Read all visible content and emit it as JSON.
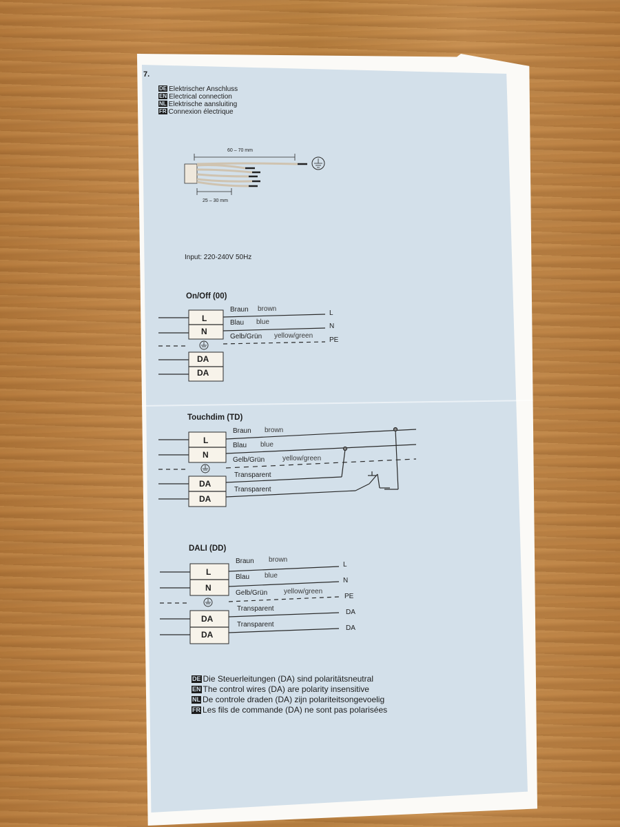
{
  "page_number": "7.",
  "title_lines": [
    {
      "code": "DE",
      "text": "Elektrischer Anschluss"
    },
    {
      "code": "EN",
      "text": "Electrical connection"
    },
    {
      "code": "NL",
      "text": "Elektrische aansluiting"
    },
    {
      "code": "FR",
      "text": "Connexion électrique"
    }
  ],
  "cable": {
    "dim_long": "60 – 70 mm",
    "dim_short": "25 – 30 mm"
  },
  "input": "Input: 220-240V 50Hz",
  "terminals": {
    "L": "L",
    "N": "N",
    "DA": "DA"
  },
  "onoff": {
    "title": "On/Off (00)",
    "wires": [
      {
        "de": "Braun",
        "en": "brown",
        "end": "L"
      },
      {
        "de": "Blau",
        "en": "blue",
        "end": "N"
      },
      {
        "de": "Gelb/Grün",
        "en": "yellow/green",
        "end": "PE"
      }
    ]
  },
  "touchdim": {
    "title": "Touchdim (TD)",
    "wires": [
      {
        "de": "Braun",
        "en": "brown"
      },
      {
        "de": "Blau",
        "en": "blue"
      },
      {
        "de": "Gelb/Grün",
        "en": "yellow/green"
      },
      {
        "de": "Transparent"
      },
      {
        "de": "Transparent"
      }
    ]
  },
  "dali": {
    "title": "DALI (DD)",
    "wires": [
      {
        "de": "Braun",
        "en": "brown",
        "end": "L"
      },
      {
        "de": "Blau",
        "en": "blue",
        "end": "N"
      },
      {
        "de": "Gelb/Grün",
        "en": "yellow/green",
        "end": "PE"
      },
      {
        "de": "Transparent",
        "end": "DA"
      },
      {
        "de": "Transparent",
        "end": "DA"
      }
    ]
  },
  "note_lines": [
    {
      "code": "DE",
      "text": "Die Steuerleitungen (DA) sind polaritätsneutral"
    },
    {
      "code": "EN",
      "text": "The control wires (DA) are polarity insensitive"
    },
    {
      "code": "NL",
      "text": "De controle draden (DA) zijn polariteitsongevoelig"
    },
    {
      "code": "FR",
      "text": "Les fils de commande (DA) ne sont pas polarisées"
    }
  ],
  "colors": {
    "panel": "#d3e0ea",
    "paper": "#fbfaf7",
    "ink": "#1d1d1d",
    "wood": "#bf8445"
  }
}
